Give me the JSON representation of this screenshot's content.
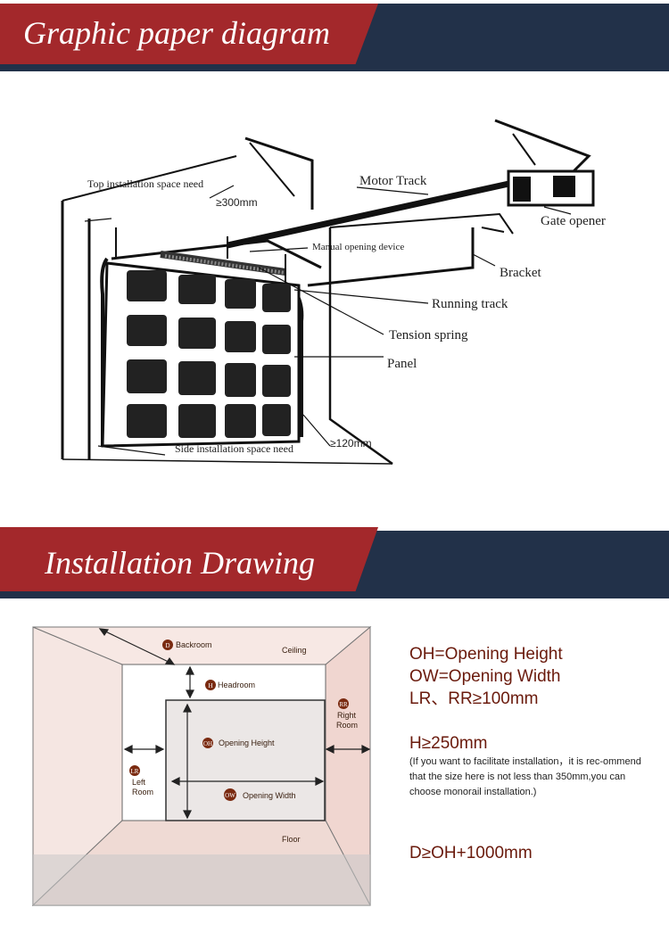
{
  "banners": {
    "graphic_title": "Graphic paper diagram",
    "install_title": "Installation Drawing"
  },
  "diagram1": {
    "top_space": "Top installation space need",
    "top_mm": "≥300mm",
    "motor_track": "Motor Track",
    "gate_opener": "Gate opener",
    "manual_device": "Manual opening device",
    "bracket": "Bracket",
    "running_track": "Running track",
    "tension_spring": "Tension spring",
    "panel": "Panel",
    "side_space": "Side installation space need",
    "side_mm": "≥120mm"
  },
  "diagram2": {
    "backroom_badge": "D",
    "backroom": "Backroom",
    "ceiling": "Ceiling",
    "headroom_badge": "H",
    "headroom": "Headroom",
    "rr_badge": "RR",
    "rr_line1": "Right",
    "rr_line2": "Room",
    "oh_badge": "OH",
    "opening_height": "Opening Height",
    "lr_badge": "LR",
    "lr_line1": "Left",
    "lr_line2": "Room",
    "ow_badge": "OW",
    "opening_width": "Opening Width",
    "floor": "Floor"
  },
  "legend": {
    "oh": "OH=Opening Height",
    "ow": "OW=Opening Width",
    "lr_rr": "LR、RR≥100mm",
    "h": "H≥250mm",
    "note": "(If you want to facilitate installation，it is rec-ommend that the size here is not less than 350mm,you can choose monorail installation.)",
    "d": "D≥OH+1000mm"
  },
  "colors": {
    "banner_red": "#a3282b",
    "banner_navy": "#223149",
    "room_fill": "#f3dcd6",
    "legend_text": "#6a1a0c",
    "badge": "#7a2a10"
  }
}
